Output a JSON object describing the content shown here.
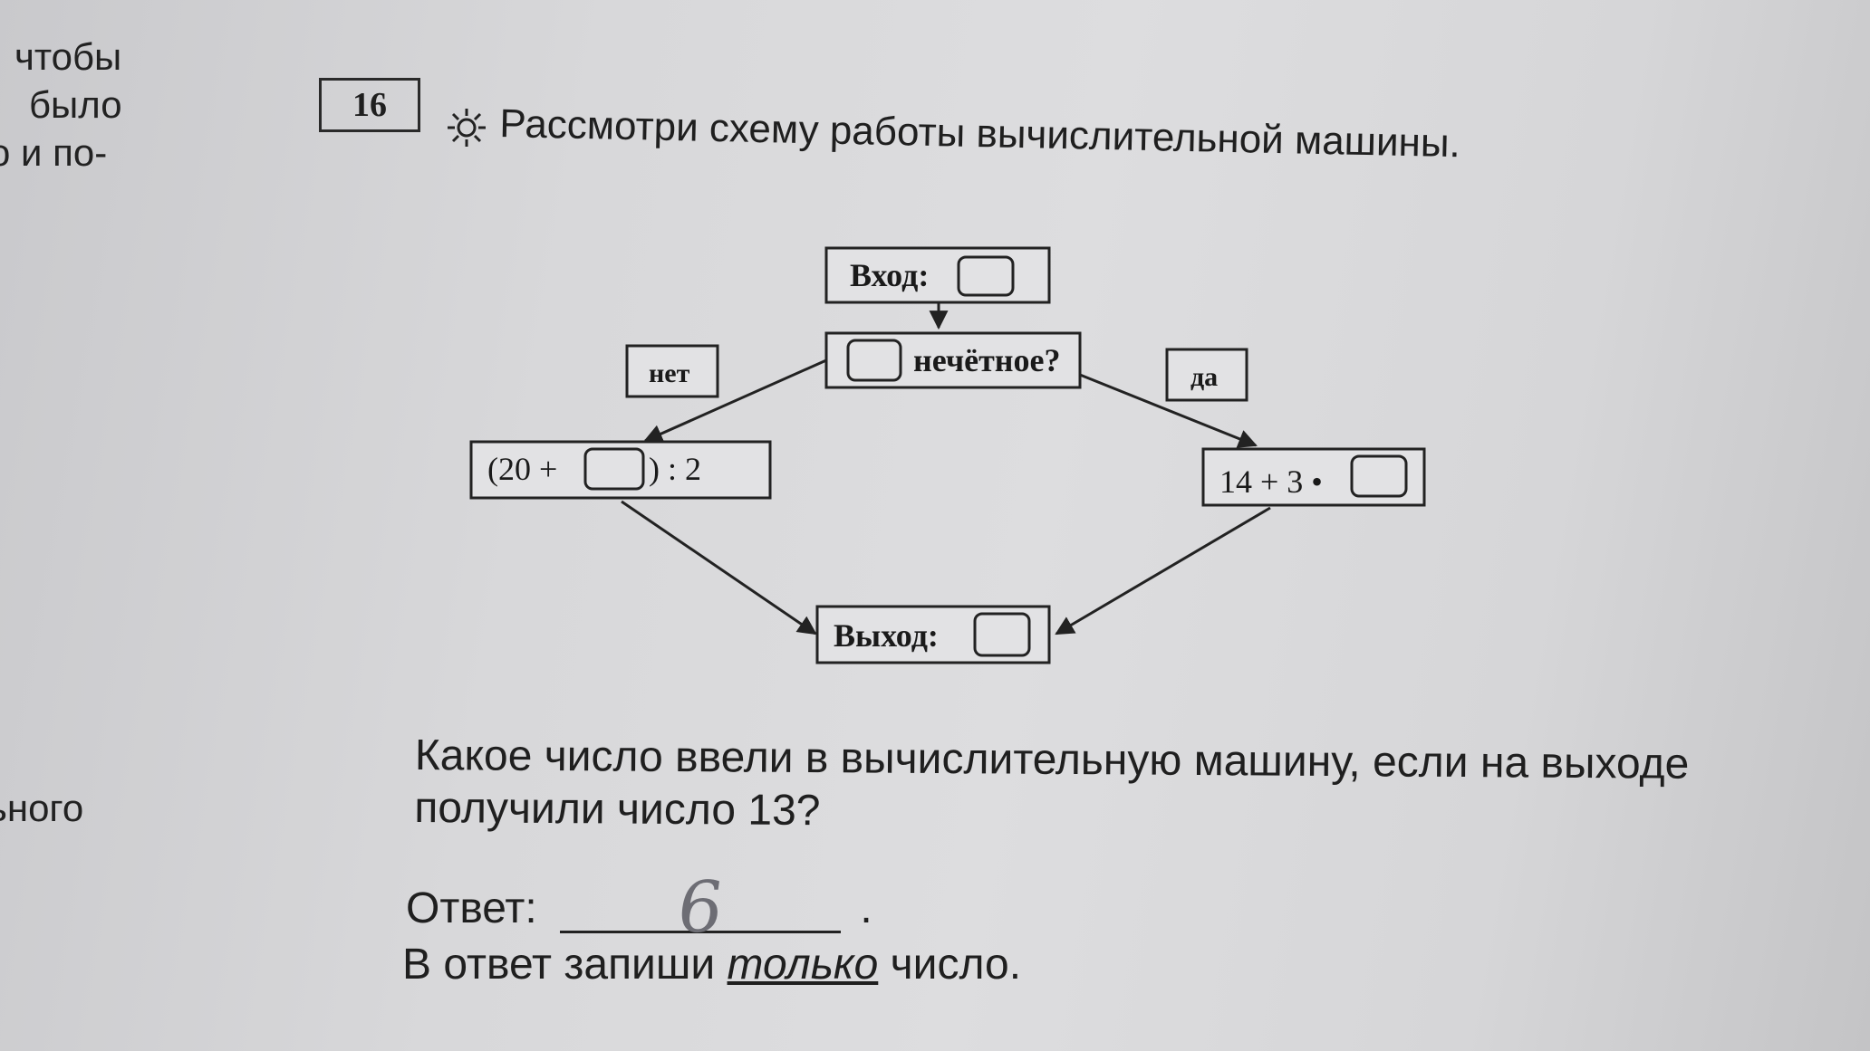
{
  "margin": {
    "lines": [
      "чтобы",
      "было",
      "о и по-",
      "ьного"
    ]
  },
  "task": {
    "number": "16",
    "title": "Рассмотри схему работы вычислительной машины."
  },
  "diagram": {
    "input_label": "Вход:",
    "condition_label": "нечётное?",
    "no_label": "нет",
    "yes_label": "да",
    "left_formula_prefix": "(20 +",
    "left_formula_suffix": ") : 2",
    "right_formula_prefix": "14 + 3 •",
    "output_label": "Выход:"
  },
  "question": {
    "line1": "Какое число ввели в вычислительную машину, если на выходе",
    "line2": "получили число 13?"
  },
  "answer": {
    "label": "Ответ:",
    "value": "6",
    "trailing": "."
  },
  "instruction": {
    "before": "В ответ запиши ",
    "emphasis": "только",
    "after": " число."
  },
  "colors": {
    "ink": "#1f1f1f",
    "pencil": "#6d6d74",
    "paper": "#dddddf"
  }
}
